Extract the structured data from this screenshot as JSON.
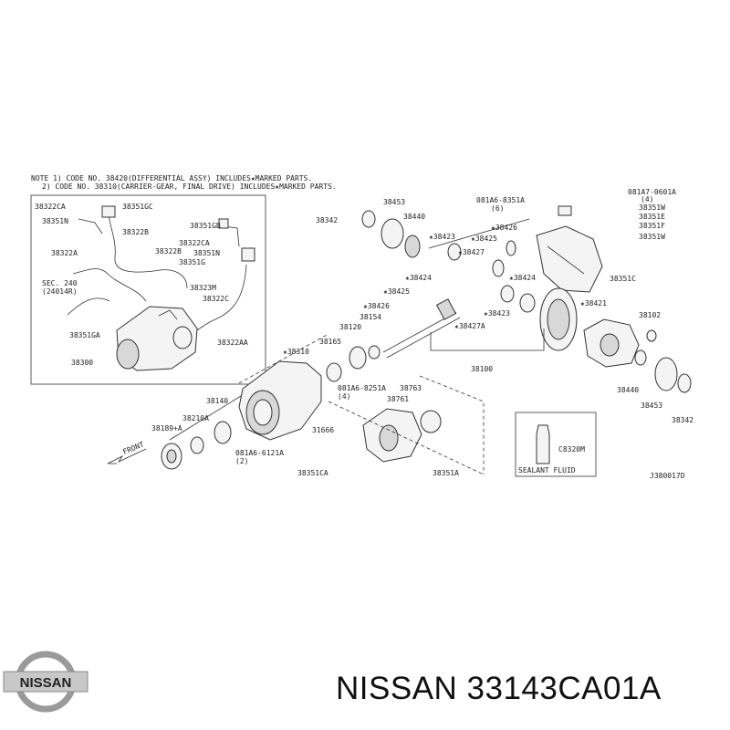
{
  "notes": [
    "NOTE 1) CODE NO. 38420(DIFFERENTIAL ASSY) INCLUDES★MARKED PARTS.",
    "2) CODE NO. 38310(CARRIER-GEAR, FINAL DRIVE) INCLUDES★MARKED PARTS."
  ],
  "diagram_id": "J380017D",
  "front_label": "FRONT",
  "sealant": {
    "code": "C8320M",
    "label": "SEALANT FLUID"
  },
  "brand": {
    "logo_text": "NISSAN",
    "caption": "NISSAN 33143CA01A"
  },
  "labels": [
    {
      "id": "l1",
      "text": "38322CA"
    },
    {
      "id": "l2",
      "text": "38351GC"
    },
    {
      "id": "l3",
      "text": "38351N"
    },
    {
      "id": "l4",
      "text": "38322B"
    },
    {
      "id": "l5",
      "text": "38351GB"
    },
    {
      "id": "l6",
      "text": "38322A"
    },
    {
      "id": "l7",
      "text": "38322B"
    },
    {
      "id": "l8",
      "text": "38322CA"
    },
    {
      "id": "l9",
      "text": "38351N"
    },
    {
      "id": "l10",
      "text": "38351G"
    },
    {
      "id": "l11",
      "text": "SEC. 240"
    },
    {
      "id": "l12",
      "text": "(24014R)"
    },
    {
      "id": "l13",
      "text": "38323M"
    },
    {
      "id": "l14",
      "text": "38322C"
    },
    {
      "id": "l15",
      "text": "38351GA"
    },
    {
      "id": "l16",
      "text": "38322AA"
    },
    {
      "id": "l17",
      "text": "38300"
    },
    {
      "id": "l18",
      "text": "38453"
    },
    {
      "id": "l19",
      "text": "38342"
    },
    {
      "id": "l20",
      "text": "38440"
    },
    {
      "id": "l21",
      "text": "★38423"
    },
    {
      "id": "l22",
      "text": "★38426"
    },
    {
      "id": "l23",
      "text": "★38427"
    },
    {
      "id": "l24",
      "text": "★38425"
    },
    {
      "id": "l25",
      "text": "★38424"
    },
    {
      "id": "l26",
      "text": "★38424"
    },
    {
      "id": "l27",
      "text": "★38425"
    },
    {
      "id": "l28",
      "text": "★38426"
    },
    {
      "id": "l29",
      "text": "★38423"
    },
    {
      "id": "l30",
      "text": "38154"
    },
    {
      "id": "l31",
      "text": "★38427A"
    },
    {
      "id": "l32",
      "text": "38120"
    },
    {
      "id": "l33",
      "text": "38165"
    },
    {
      "id": "l34",
      "text": "38100"
    },
    {
      "id": "l35",
      "text": "★38310"
    },
    {
      "id": "l36",
      "text": "081A6-8351A"
    },
    {
      "id": "l37",
      "text": "(6)"
    },
    {
      "id": "l38",
      "text": "081A7-0601A"
    },
    {
      "id": "l39",
      "text": "(4)"
    },
    {
      "id": "l40",
      "text": "38351W"
    },
    {
      "id": "l41",
      "text": "38351E"
    },
    {
      "id": "l42",
      "text": "38351F"
    },
    {
      "id": "l43",
      "text": "38351W"
    },
    {
      "id": "l44",
      "text": "38351C"
    },
    {
      "id": "l45",
      "text": "★38421"
    },
    {
      "id": "l46",
      "text": "38102"
    },
    {
      "id": "l47",
      "text": "38440"
    },
    {
      "id": "l48",
      "text": "38453"
    },
    {
      "id": "l49",
      "text": "38342"
    },
    {
      "id": "l50",
      "text": "081A6-8251A"
    },
    {
      "id": "l51",
      "text": "(4)"
    },
    {
      "id": "l52",
      "text": "38763"
    },
    {
      "id": "l53",
      "text": "38761"
    },
    {
      "id": "l54",
      "text": "38140"
    },
    {
      "id": "l55",
      "text": "38210A"
    },
    {
      "id": "l56",
      "text": "38189+A"
    },
    {
      "id": "l57",
      "text": "31666"
    },
    {
      "id": "l58",
      "text": "081A6-6121A"
    },
    {
      "id": "l59",
      "text": "(2)"
    },
    {
      "id": "l60",
      "text": "38351CA"
    },
    {
      "id": "l61",
      "text": "38351A"
    }
  ]
}
